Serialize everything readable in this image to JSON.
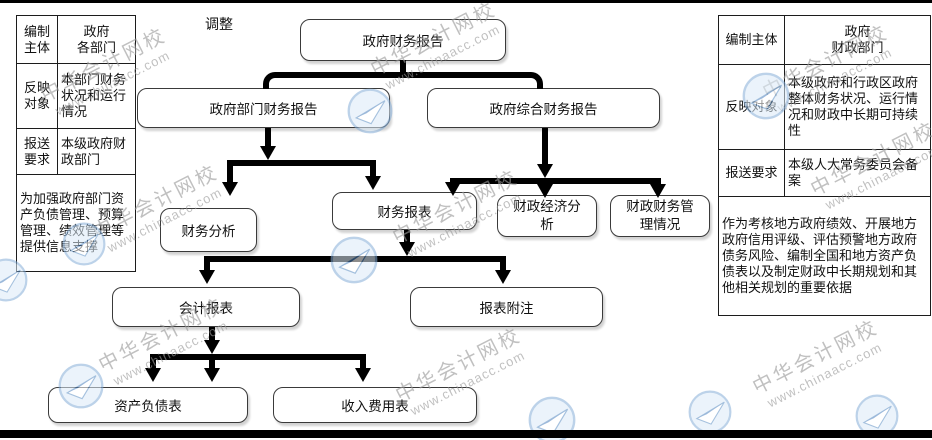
{
  "watermark": {
    "line1": "中华会计网校",
    "line2": "www.chinaacc.com"
  },
  "labels": {
    "adjust": "调整"
  },
  "left_table": {
    "rows": [
      {
        "label": "编制\n主体",
        "value": "政府\n各部门"
      },
      {
        "label": "反映\n对象",
        "value": "本部门财务状况和运行情况"
      },
      {
        "label": "报送\n要求",
        "value": "本级政府财政部门"
      }
    ],
    "footer": "为加强政府部门资产负债管理、预算管理、绩效管理等提供信息支撑"
  },
  "right_table": {
    "rows": [
      {
        "label": "编制主体",
        "value": "政府\n财政部门"
      },
      {
        "label": "反映对象",
        "value": "本级政府和行政区政府整体财务状况、运行情况和财政中长期可持续性"
      },
      {
        "label": "报送要求",
        "value": "本级人大常务委员会备案"
      }
    ],
    "footer": "作为考核地方政府绩效、开展地方政府信用评级、评估预警地方政府债务风险、编制全国和地方资产负债表以及制定财政中长期规划和其他相关规划的重要依据"
  },
  "nodes": {
    "root": "政府财务报告",
    "dept_report": "政府部门财务报告",
    "comprehensive_report": "政府综合财务报告",
    "financial_analysis": "财务分析",
    "financial_statements": "财务报表",
    "fiscal_economic_analysis": "财政经济分析",
    "fiscal_finance_management": "财政财务管理情况",
    "accounting_statements": "会计报表",
    "statement_notes": "报表附注",
    "balance_sheet": "资产负债表",
    "revenue_expense_sheet": "收入费用表"
  },
  "colors": {
    "connector": "#000000",
    "box_border": "#3a3a3a",
    "watermark_text": "#9b9b9b",
    "logo_blue": "#4a7fbd"
  }
}
